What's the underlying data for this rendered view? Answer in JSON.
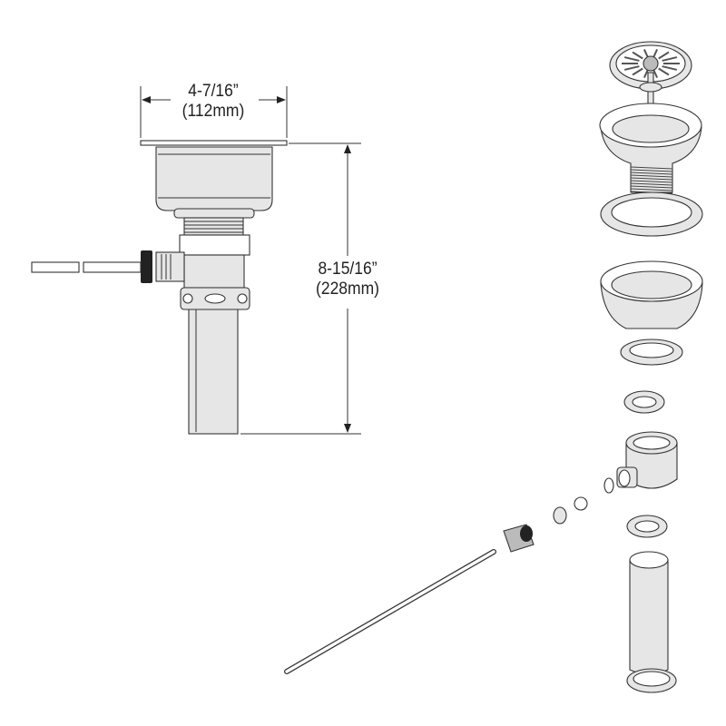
{
  "title": "Drain assembly dimensional and exploded view",
  "dimensions": {
    "width_in": "4-7/16”",
    "width_mm": "(112mm)",
    "height_in": "8-15/16”",
    "height_mm": "(228mm)"
  }
}
